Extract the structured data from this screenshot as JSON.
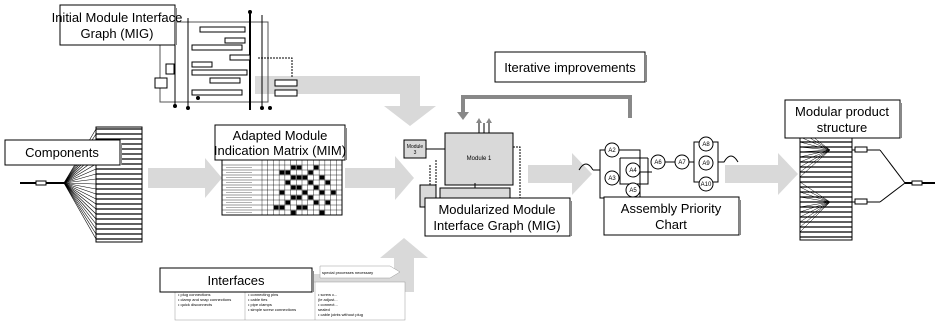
{
  "labels": {
    "initial_mig_line1": "Initial Module Interface",
    "initial_mig_line2": "Graph (MIG)",
    "iterative": "Iterative improvements",
    "modular_line1": "Modular product",
    "modular_line2": "structure",
    "components": "Components",
    "mim_line1": "Adapted Module",
    "mim_line2": "Indication Matrix (MIM)",
    "modularized_line1": "Modularized Module",
    "modularized_line2": "Interface Graph (MIG)",
    "assembly_line1": "Assembly Priority",
    "assembly_line2": "Chart",
    "interfaces": "Interfaces"
  },
  "mig_center": {
    "module1": "Module 1",
    "module3_line1": "Module",
    "module3_line2": "3"
  },
  "assembly_nodes": [
    "A2",
    "A3",
    "A4",
    "A5",
    "A6",
    "A7",
    "A8",
    "A9",
    "A10"
  ],
  "interfaces_table": {
    "col1": [
      "• plug connections",
      "• clamp and snap connections",
      "• quick disconnects"
    ],
    "col2": [
      "• connecting pins",
      "• cable ties",
      "• pipe clamps",
      "• simple screw connections"
    ],
    "col3": [
      "• screw c...",
      "(ie adjust...",
      "• connect...",
      "sealed",
      "• cable joints without plug"
    ],
    "header3": "special processes necessary"
  }
}
